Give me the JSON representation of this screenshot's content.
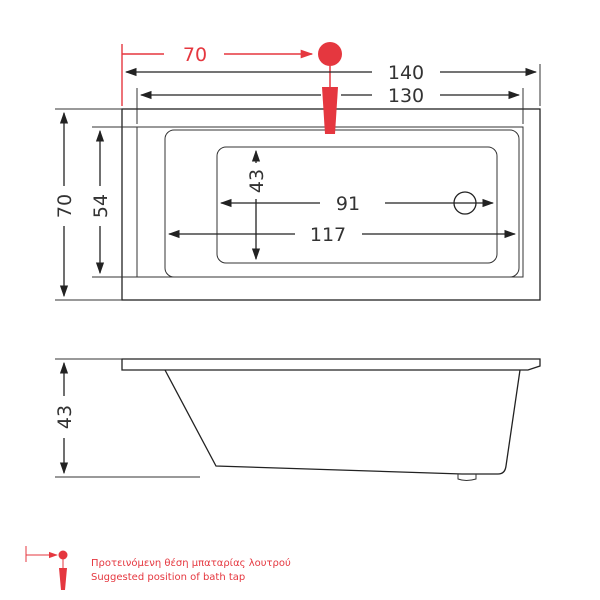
{
  "top_view": {
    "tap_offset": "70",
    "overall_length": "140",
    "inner_length": "130",
    "overall_width": "70",
    "inner_width": "54",
    "basin_width": "43",
    "basin_length": "91",
    "interior_length": "117"
  },
  "side_view": {
    "height": "43"
  },
  "legend": {
    "label_greek": "Προτεινόμενη θέση μπαταρίας λουτρού",
    "label_english": "Suggested position of bath tap"
  },
  "colors": {
    "accent": "#e5373f",
    "line": "#222222"
  },
  "icons": {
    "tap": "bath-tap-icon",
    "drain": "drain-icon"
  }
}
